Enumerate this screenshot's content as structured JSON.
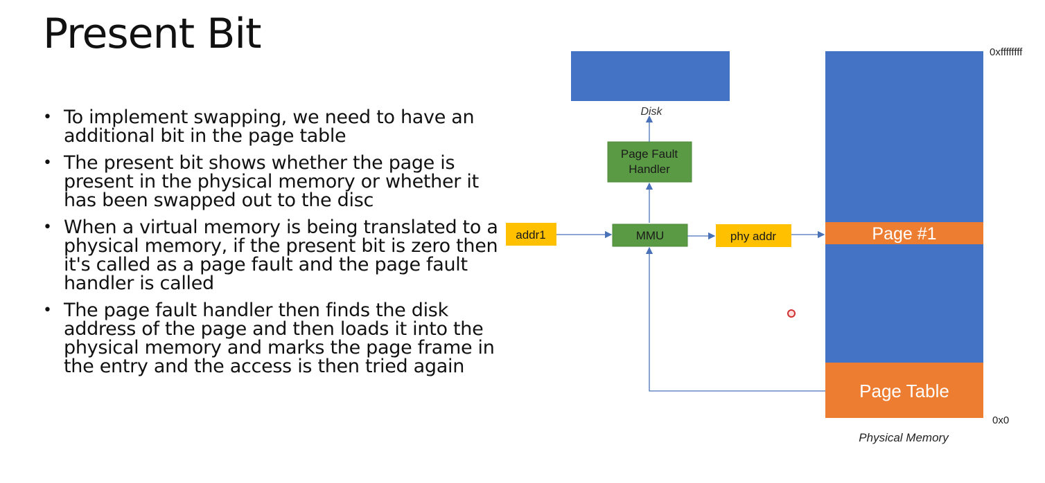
{
  "slide": {
    "title": "Present Bit",
    "bullets": [
      "To implement swapping, we need to have an additional bit in the page table",
      "The present bit shows whether the page is present in the physical memory or whether it has been swapped out to the disc",
      "When a virtual memory is being translated to a physical memory, if the present bit is zero then it's called as a page fault and the page fault handler is called",
      "The page fault handler then finds the disk address of the page and then loads it into the physical memory and marks the page frame in the entry and the access is then tried again"
    ]
  },
  "diagram": {
    "disk_label": "Disk",
    "page_fault_handler_line1": "Page Fault",
    "page_fault_handler_line2": "Handler",
    "addr1": "addr1",
    "mmu": "MMU",
    "phy_addr": "phy addr",
    "page1": "Page #1",
    "page_table": "Page Table",
    "addr_high": "0xffffffff",
    "addr_low": "0x0",
    "physical_memory_label": "Physical Memory"
  },
  "colors": {
    "blue": "#4472c4",
    "orange": "#ed7d31",
    "green": "#5b9a45",
    "yellow": "#ffc000",
    "arrow": "#4a72b8"
  }
}
